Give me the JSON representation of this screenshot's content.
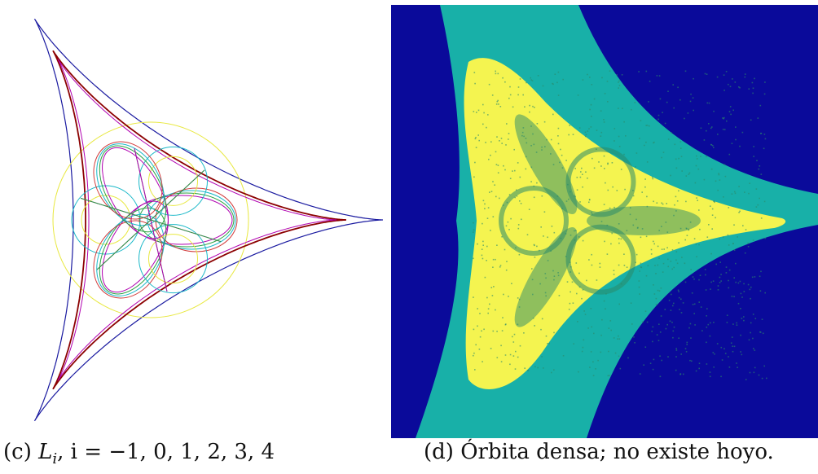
{
  "figure": {
    "panel_c": {
      "caption_label": "(c)",
      "caption_math_L": "L",
      "caption_math_sub": "i",
      "caption_math_rest": ", i = −1, 0, 1, 2, 3, 4",
      "curve_colors": [
        "#1a1aa0",
        "#8b0000",
        "#b000b0",
        "#2aa040",
        "#1ab8c8",
        "#e8e840",
        "#d23c3c"
      ]
    },
    "panel_d": {
      "caption_label": "(d)",
      "caption_text": "Órbita densa; no existe hoyo.",
      "colors": {
        "background": "#0a0a9a",
        "basin": "#18b0a8",
        "orbit": "#f4f450",
        "speckle": "#2a8a6a"
      }
    }
  }
}
